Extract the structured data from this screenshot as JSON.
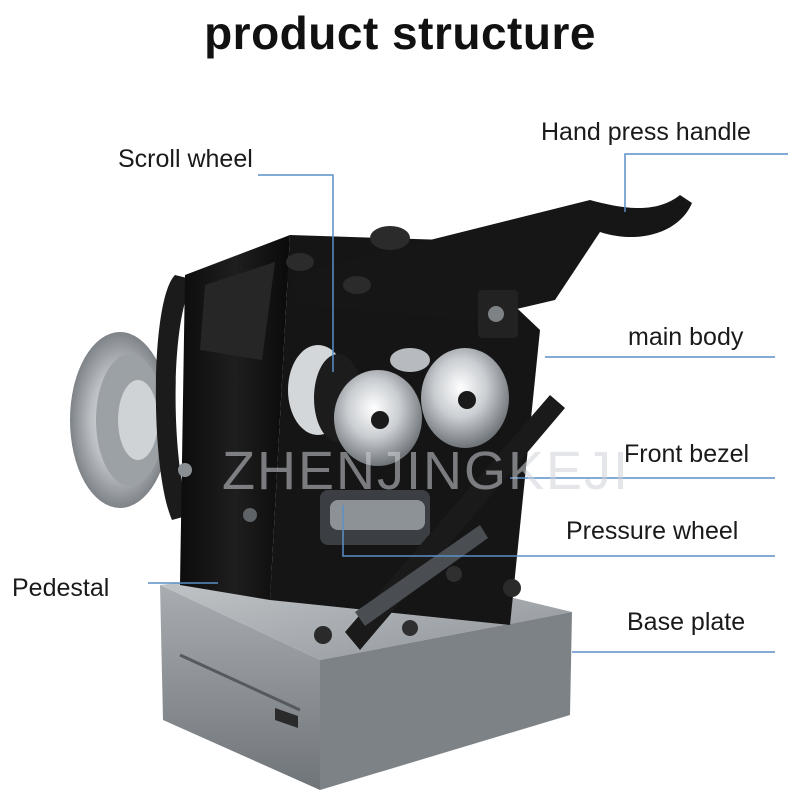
{
  "title": "product structure",
  "watermark": "ZHENJINGKEJI",
  "labels": {
    "scroll_wheel": "Scroll wheel",
    "hand_press_handle": "Hand press handle",
    "main_body": "main body",
    "front_bezel": "Front bezel",
    "pressure_wheel": "Pressure wheel",
    "pedestal": "Pedestal",
    "base_plate": "Base plate"
  },
  "colors": {
    "leader_line": "#5b8fc9",
    "metal_body": "#141414",
    "base_plate": "#9ea3a8",
    "roller": "#c9cdd1"
  }
}
